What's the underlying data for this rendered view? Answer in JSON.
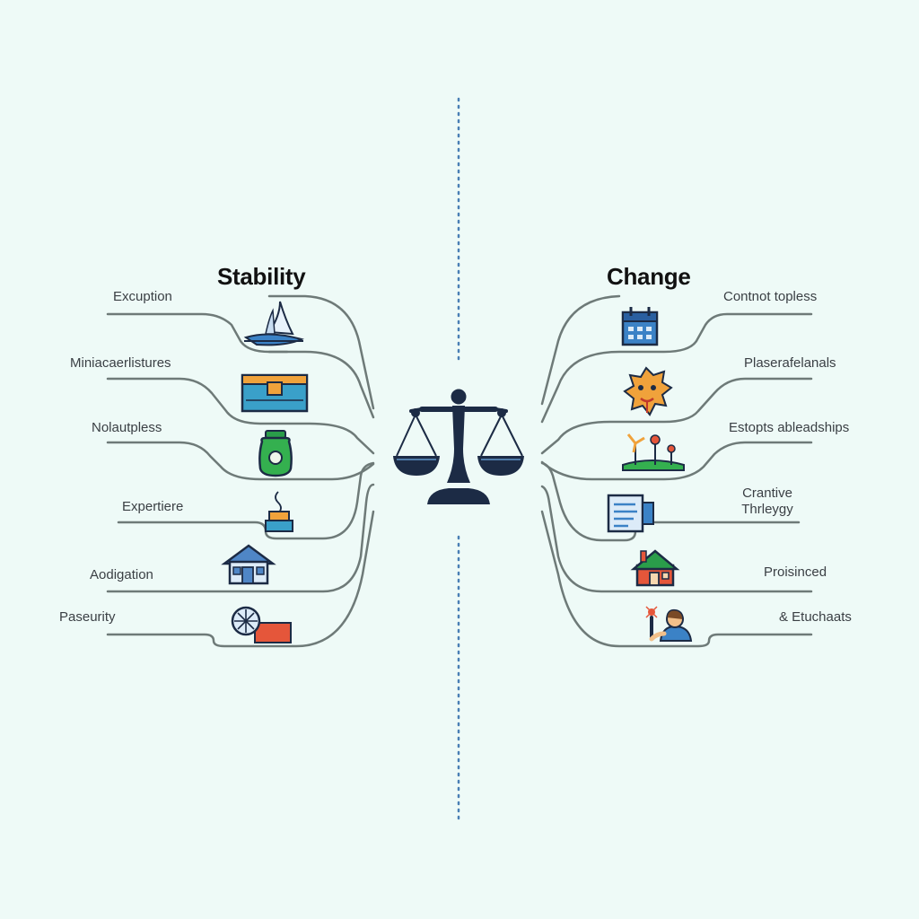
{
  "diagram": {
    "left_title": "Stability",
    "right_title": "Change",
    "left_items": [
      {
        "label": "Excuption",
        "icon": "sailboat-icon"
      },
      {
        "label": "Miniacaerlistures",
        "icon": "chest-icon"
      },
      {
        "label": "Nolautpless",
        "icon": "jar-icon"
      },
      {
        "label": "Expertiere",
        "icon": "candle-icon"
      },
      {
        "label": "Aodigation",
        "icon": "house-icon"
      },
      {
        "label": "Paseurity",
        "icon": "fan-box-icon"
      }
    ],
    "right_items": [
      {
        "label": "Contnot topless",
        "icon": "calendar-icon"
      },
      {
        "label": "Plaserafelanals",
        "icon": "mask-icon"
      },
      {
        "label": "Estopts ableadships",
        "icon": "windmill-landscape-icon"
      },
      {
        "label": "Crantive Thrleygy",
        "icon": "document-icon"
      },
      {
        "label": "Proisinced",
        "icon": "house-icon"
      },
      {
        "label": "& Etuchaats",
        "icon": "person-icon"
      }
    ],
    "center_icon": "balance-scale-icon",
    "colors": {
      "background": "#eefaf7",
      "line": "#6e7a78",
      "divider": "#4a7fb5",
      "scale": "#1c2b45"
    }
  }
}
